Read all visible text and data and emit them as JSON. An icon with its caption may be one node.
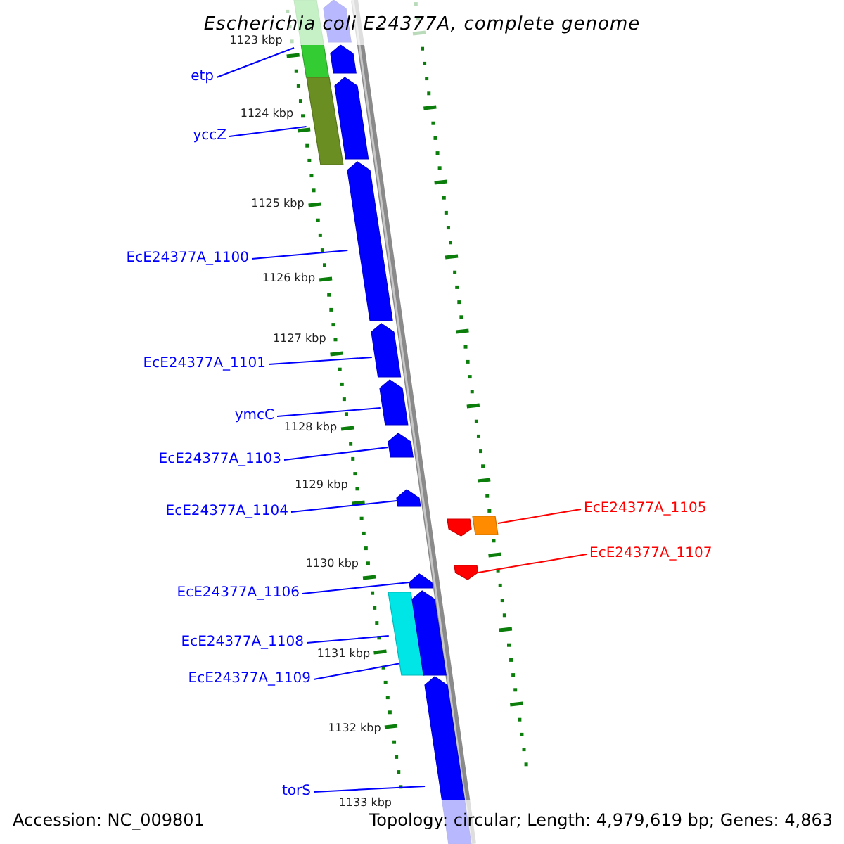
{
  "diagram": {
    "title": "Escherichia coli E24377A, complete genome",
    "nodes": [
      {
        "text": [
          "etp"
        ]
      },
      {
        "text": [
          "yccZ"
        ]
      },
      {
        "text": [
          "EcE24377A_1100"
        ]
      },
      {
        "text": [
          "EcE24377A_1101"
        ]
      },
      {
        "text": [
          "ymcC"
        ]
      },
      {
        "text": [
          "EcE24377A_1103"
        ]
      },
      {
        "text": [
          "EcE24377A_1104"
        ]
      },
      {
        "text": [
          "EcE24377A_1105"
        ]
      },
      {
        "text": [
          "EcE24377A_1107"
        ]
      },
      {
        "text": [
          "EcE24377A_1106"
        ]
      },
      {
        "text": [
          "EcE24377A_1108"
        ]
      },
      {
        "text": [
          "EcE24377A_1109"
        ]
      },
      {
        "text": [
          "torS"
        ]
      },
      {
        "text": [],
        "shape": "box"
      },
      {
        "text": [],
        "shape": "box"
      },
      {
        "text": [],
        "shape": "pentagon"
      },
      {
        "text": [],
        "shape": "pentagon"
      },
      {
        "text": [],
        "shape": "pentagon"
      },
      {
        "text": [],
        "shape": "pentagon"
      },
      {
        "text": [],
        "shape": "pentagon"
      },
      {
        "text": [],
        "shape": "pentagon"
      },
      {
        "text": [],
        "shape": "pentagon"
      },
      {
        "text": [],
        "shape": "pentagon"
      },
      {
        "text": [],
        "shape": "pentagon"
      },
      {
        "text": [],
        "shape": "box"
      },
      {
        "text": [],
        "shape": "pentagon"
      },
      {
        "text": [],
        "shape": "pentagon"
      },
      {
        "text": [],
        "shape": "box"
      },
      {
        "text": [],
        "shape": "pentagon"
      },
      {
        "text": [],
        "shape": "pentagon"
      }
    ],
    "edges": [
      {
        "from": 0,
        "to": 13,
        "arrow": "none"
      },
      {
        "from": 1,
        "to": 14,
        "arrow": "none"
      },
      {
        "from": 2,
        "to": 18,
        "arrow": "none"
      },
      {
        "from": 3,
        "to": 19,
        "arrow": "none"
      },
      {
        "from": 4,
        "to": 20,
        "arrow": "none"
      },
      {
        "from": 5,
        "to": 21,
        "arrow": "none"
      },
      {
        "from": 6,
        "to": 22,
        "arrow": "none"
      },
      {
        "from": 7,
        "to": 24,
        "arrow": "none",
        "color": "#ff0000"
      },
      {
        "from": 8,
        "to": 25,
        "arrow": "none",
        "color": "#ff0000"
      },
      {
        "from": 9,
        "to": 26,
        "arrow": "none"
      },
      {
        "from": 10,
        "to": 27,
        "arrow": "none"
      },
      {
        "from": 11,
        "to": 28,
        "arrow": "none"
      },
      {
        "from": 12,
        "to": 29,
        "arrow": "none"
      }
    ],
    "labels": [
      "1123 kbp",
      "1124 kbp",
      "1125 kbp",
      "1126 kbp",
      "1127 kbp",
      "1128 kbp",
      "1129 kbp",
      "1130 kbp",
      "1131 kbp",
      "1132 kbp",
      "1133 kbp",
      "Accession: NC_009801",
      "Topology: circular; Length: 4,979,619 bp; Genes: 4,863"
    ]
  }
}
